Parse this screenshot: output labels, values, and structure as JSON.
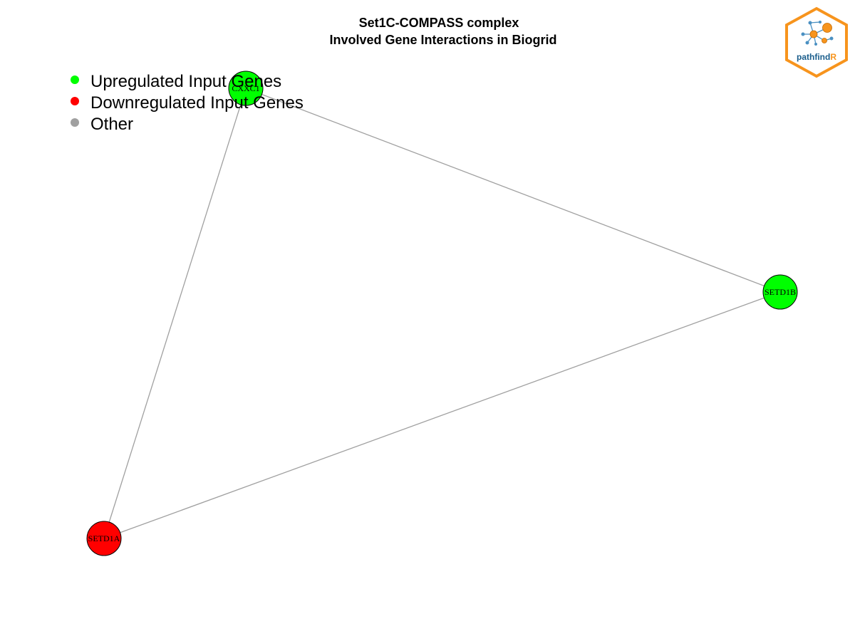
{
  "title": {
    "line1": "Set1C-COMPASS complex",
    "line2": "Involved Gene Interactions in Biogrid"
  },
  "legend": {
    "items": [
      {
        "label": "Upregulated Input Genes",
        "color": "#00ff00"
      },
      {
        "label": "Downregulated Input Genes",
        "color": "#ff0000"
      },
      {
        "label": "Other",
        "color": "#a0a0a0"
      }
    ]
  },
  "network": {
    "nodes": [
      {
        "id": "CXXC1",
        "label": "CXXC1",
        "status": "up",
        "color": "#00ff00"
      },
      {
        "id": "SETD1B",
        "label": "SETD1B",
        "status": "up",
        "color": "#00ff00"
      },
      {
        "id": "SETD1A",
        "label": "SETD1A",
        "status": "down",
        "color": "#ff0000"
      }
    ],
    "edges": [
      {
        "source": "CXXC1",
        "target": "SETD1B"
      },
      {
        "source": "CXXC1",
        "target": "SETD1A"
      },
      {
        "source": "SETD1A",
        "target": "SETD1B"
      }
    ],
    "edge_color": "#a0a0a0"
  },
  "logo": {
    "name": "pathfindR",
    "text_main": "pathfind",
    "text_accent": "R",
    "colors": {
      "border": "#f7941d",
      "text_main": "#1b5e8c",
      "text_accent": "#f7941d",
      "node_orange": "#f7941d",
      "node_blue": "#4a90c2"
    }
  }
}
